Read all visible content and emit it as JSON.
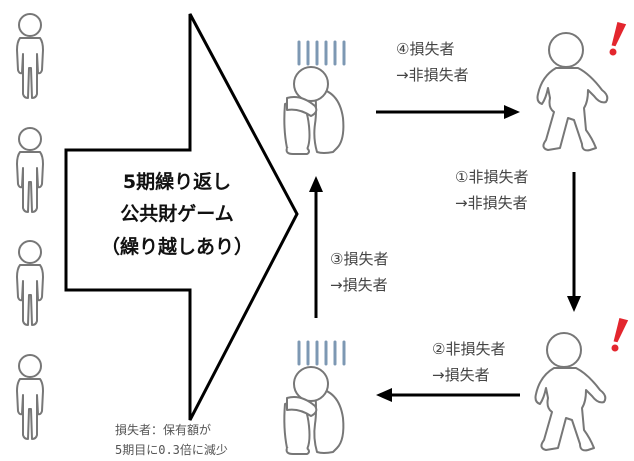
{
  "center_title": {
    "line1": "5期繰り返し",
    "line2": "公共財ゲーム",
    "line3": "（繰り越しあり）"
  },
  "flows": {
    "f1": {
      "line1": "①非損失者",
      "line2": "→非損失者"
    },
    "f2": {
      "line1": "②非損失者",
      "line2": "→損失者"
    },
    "f3": {
      "line1": "③損失者",
      "line2": "→損失者"
    },
    "f4": {
      "line1": "④損失者",
      "line2": "→非損失者"
    }
  },
  "note": {
    "line1": "損失者：保有額が",
    "line2": "5期目に0.3倍に減少"
  },
  "colors": {
    "outline": "#777777",
    "gloom_lines": "#7d98b3",
    "exclamation": "#e3262e",
    "arrow": "#000000"
  },
  "icons": [
    "standing-person-icon",
    "sad-sitting-person-icon",
    "surprised-person-icon",
    "exclamation-icon"
  ]
}
